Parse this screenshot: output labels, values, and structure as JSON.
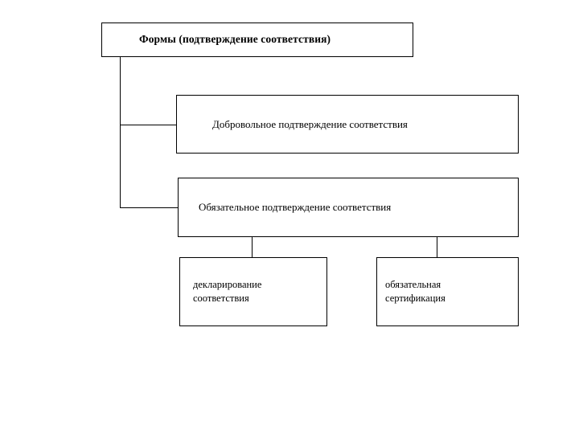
{
  "diagram": {
    "title": "Формы (подтверждение соответствия)",
    "type": "hierarchy-tree",
    "language": "ru",
    "background_color": "#ffffff",
    "line_color": "#000000",
    "text_color": "#000000",
    "nodes": {
      "root": {
        "label": "Формы (подтверждение соответствия)",
        "level": 0
      },
      "voluntary": {
        "label": "Добровольное подтверждение соответствия",
        "level": 1
      },
      "mandatory": {
        "label": "Обязательное подтверждение соответствия",
        "level": 1
      },
      "declaration": {
        "label": "декларирование\nсоответствия",
        "level": 2
      },
      "certification": {
        "label": "обязательная\nсертификация",
        "level": 2
      }
    },
    "edges": [
      {
        "from": "root",
        "to": "voluntary"
      },
      {
        "from": "root",
        "to": "mandatory"
      },
      {
        "from": "mandatory",
        "to": "declaration"
      },
      {
        "from": "mandatory",
        "to": "certification"
      }
    ]
  }
}
